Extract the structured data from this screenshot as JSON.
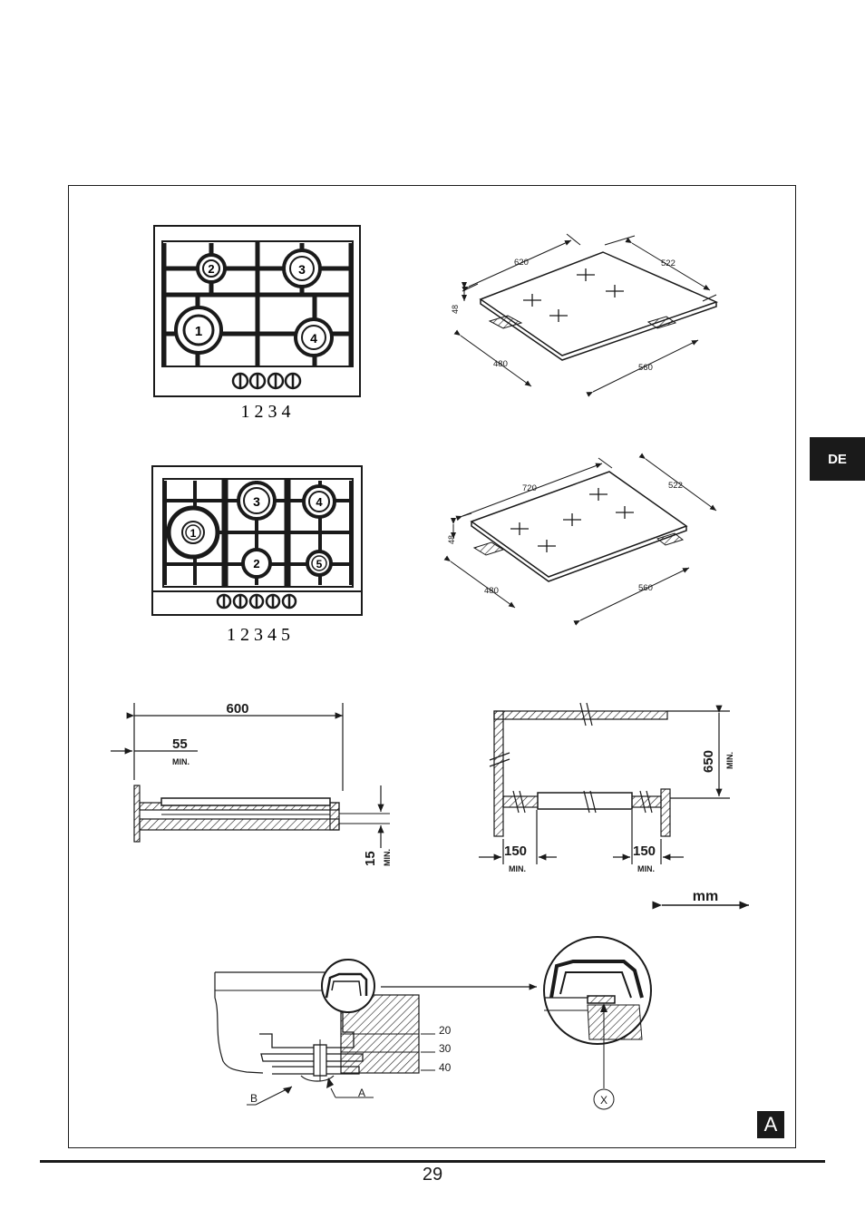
{
  "sidebar": {
    "language_tab": "DE"
  },
  "figure": {
    "badge": "A"
  },
  "hob_4": {
    "burner_numbers": [
      "1",
      "2",
      "3",
      "4"
    ],
    "knob_legend": "1 2 3 4",
    "dimensions": {
      "width": "620",
      "depth": "522",
      "height": "48",
      "cut_depth": "480",
      "cut_width": "560"
    }
  },
  "hob_5": {
    "burner_numbers": [
      "1",
      "2",
      "3",
      "4",
      "5"
    ],
    "knob_legend": "1 2 3 4 5",
    "dimensions": {
      "width": "720",
      "depth": "522",
      "height": "48",
      "cut_depth": "480",
      "cut_width": "560"
    }
  },
  "clearance_side": {
    "width": "600",
    "edge": "55",
    "edge_note": "MIN.",
    "gap": "15",
    "gap_note": "MIN."
  },
  "clearance_top": {
    "height": "650",
    "height_note": "MIN.",
    "left": "150",
    "left_note": "MIN.",
    "right": "150",
    "right_note": "MIN."
  },
  "units": "mm",
  "mounting": {
    "thicknesses": [
      "20",
      "30",
      "40"
    ],
    "label_b": "B",
    "label_a": "A",
    "label_x": "X"
  },
  "footer": {
    "page_number": "29"
  }
}
